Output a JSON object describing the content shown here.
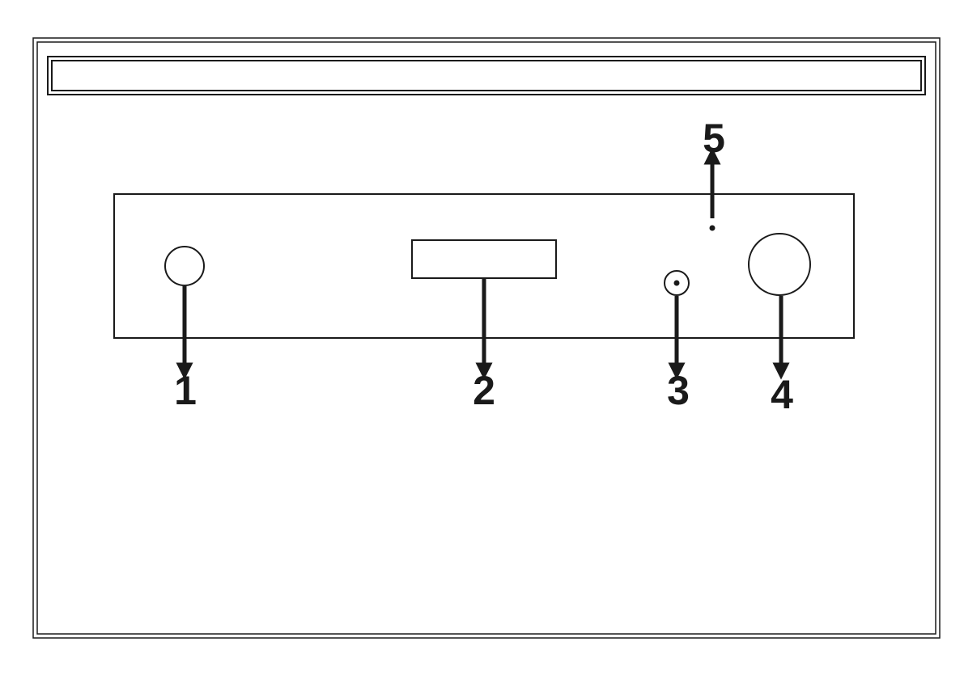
{
  "diagram": {
    "colors": {
      "background": "#ffffff",
      "stroke": "#1a1a1a"
    },
    "title_bar_text": "",
    "callouts": [
      {
        "label": "1",
        "component": "round-button",
        "arrow_direction": "down"
      },
      {
        "label": "2",
        "component": "display-window",
        "arrow_direction": "down"
      },
      {
        "label": "3",
        "component": "small-jack",
        "arrow_direction": "down"
      },
      {
        "label": "4",
        "component": "large-knob",
        "arrow_direction": "down"
      },
      {
        "label": "5",
        "component": "indicator-dot",
        "arrow_direction": "up"
      }
    ]
  }
}
